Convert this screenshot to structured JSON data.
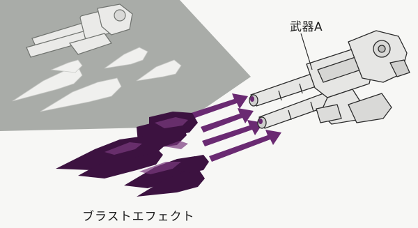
{
  "labels": {
    "weapon": "武器A",
    "blast_effect": "ブラストエフェクト"
  },
  "colors": {
    "background": "#f7f7f5",
    "gray_panel": "#a9aca8",
    "arrow": "#6a2a72",
    "blast": "#3c1240",
    "blast_highlight": "#7a3a7e",
    "ghost_effect": "#f0f0ee",
    "weapon_line": "#2a2a2a",
    "weapon_fill": "#e6e6e4"
  },
  "icons": {
    "weapon_main": "mech-cannon-illustration",
    "weapon_ghost": "mech-cannon-silhouette",
    "blast": "muzzle-blast-flames",
    "arrows": "direction-arrows"
  }
}
